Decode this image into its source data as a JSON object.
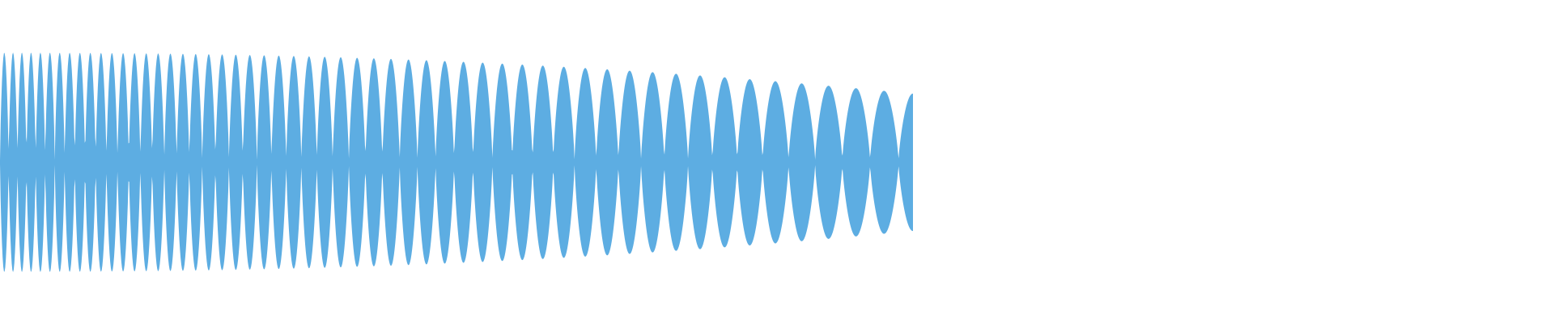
{
  "waveform": {
    "color": "#5DADE2",
    "background": "#FFFFFF",
    "envelope": {
      "peak_amplitude": 1.0,
      "end_amplitude": 0.62,
      "cycle_count": 27.25,
      "cycle_width_start": 0.022,
      "cycle_width_end": 0.075
    }
  }
}
